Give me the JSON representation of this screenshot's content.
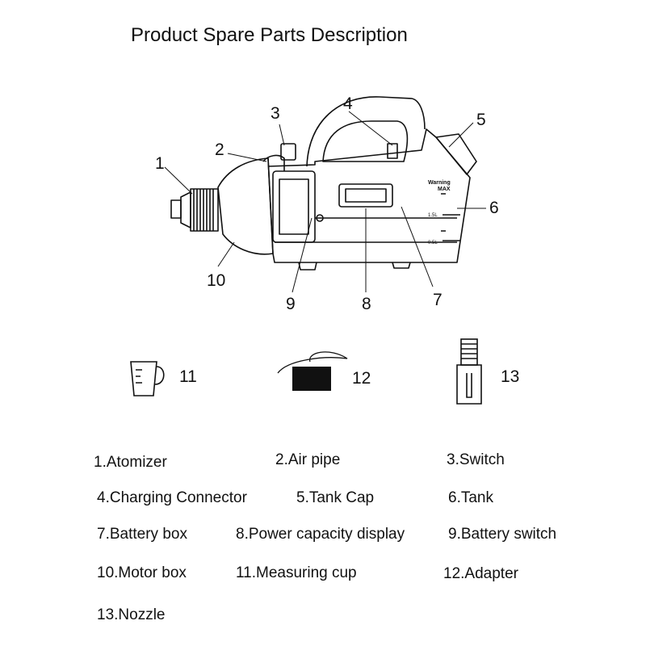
{
  "title": "Product Spare Parts Description",
  "callouts": [
    "1",
    "2",
    "3",
    "4",
    "5",
    "6",
    "7",
    "8",
    "9",
    "10",
    "11",
    "12",
    "13"
  ],
  "device_text": {
    "warning": "Warning",
    "level_mark": "MAX",
    "level_15": "1.5L",
    "level_05": "0.5L"
  },
  "parts": [
    "1.Atomizer",
    "2.Air pipe",
    "3.Switch",
    "4.Charging Connector",
    "5.Tank Cap",
    "6.Tank",
    "7.Battery box",
    "8.Power capacity display",
    "9.Battery switch",
    "10.Motor box",
    "11.Measuring cup",
    "12.Adapter",
    "13.Nozzle"
  ]
}
